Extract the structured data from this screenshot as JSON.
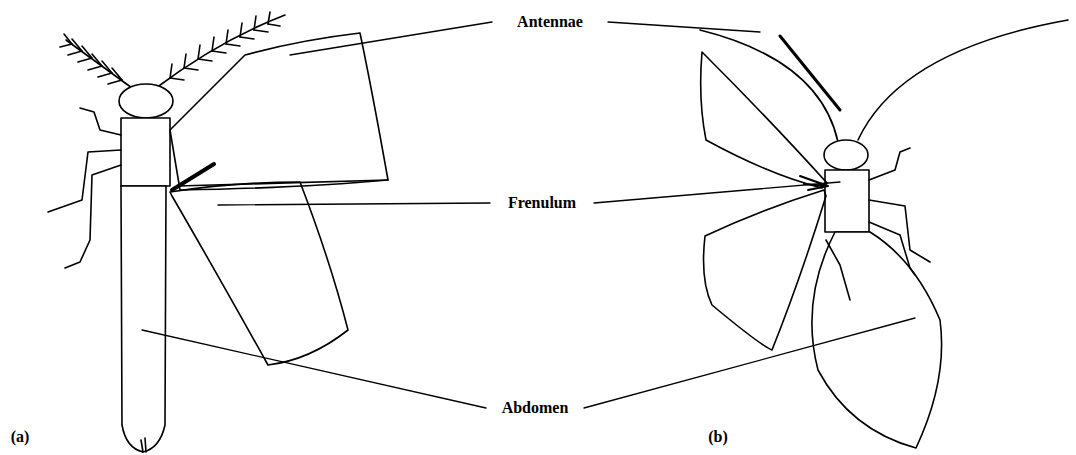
{
  "diagram": {
    "labels": [
      "Antennae",
      "Frenulum",
      "Abdomen",
      "(a)",
      "(b)"
    ]
  }
}
